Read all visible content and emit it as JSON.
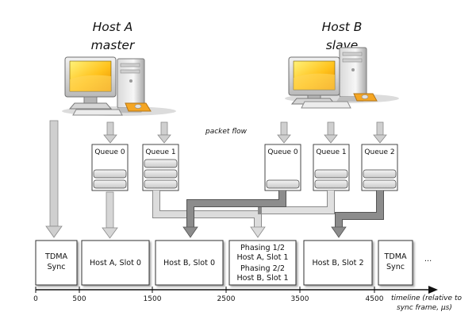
{
  "hosts": [
    {
      "name": "Host A",
      "role": "master"
    },
    {
      "name": "Host B",
      "role": "slave"
    }
  ],
  "packet_flow_label": "packet flow",
  "queues": {
    "host_a": [
      "Queue 0",
      "Queue 1"
    ],
    "host_b": [
      "Queue 0",
      "Queue 1",
      "Queue 2"
    ]
  },
  "slots": [
    {
      "lines": [
        "TDMA",
        "Sync"
      ]
    },
    {
      "lines": [
        "Host A, Slot 0"
      ]
    },
    {
      "lines": [
        "Host B, Slot 0"
      ]
    },
    {
      "lines": [
        "Phasing 1/2",
        "Host A, Slot 1",
        "Phasing 2/2",
        "Host B, Slot 1"
      ]
    },
    {
      "lines": [
        "Host B, Slot 2"
      ]
    },
    {
      "lines": [
        "TDMA",
        "Sync"
      ]
    }
  ],
  "ellipsis": "...",
  "timeline": {
    "ticks": [
      "0",
      "500",
      "1500",
      "2500",
      "3500",
      "4500"
    ],
    "label_line1": "timeline (relative to",
    "label_line2": "sync frame, µs)"
  }
}
